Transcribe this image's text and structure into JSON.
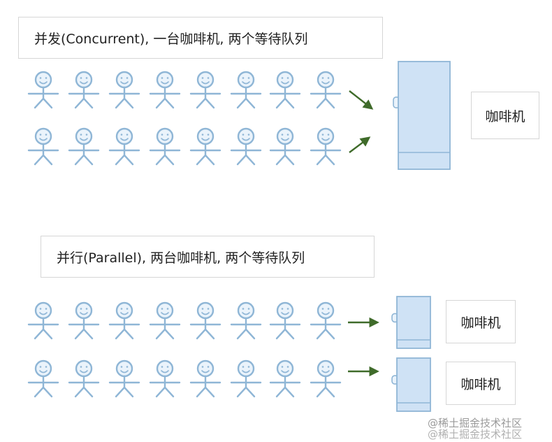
{
  "section_concurrent": {
    "caption": "并发(Concurrent), 一台咖啡机, 两个等待队列",
    "machine_label": "咖啡机"
  },
  "section_parallel": {
    "caption": "并行(Parallel), 两台咖啡机, 两个等待队列",
    "machine_labels": [
      "咖啡机",
      "咖啡机"
    ]
  },
  "watermark": "@稀土掘金技术社区",
  "colors": {
    "person": "#8fb6d6",
    "machine_fill": "#cfe2f5",
    "machine_stroke": "#8fb6d6",
    "arrow": "#3f6b2a"
  },
  "icons": {
    "person": "stick-figure-icon",
    "machine": "coffee-machine-icon",
    "arrow": "arrow-icon"
  }
}
